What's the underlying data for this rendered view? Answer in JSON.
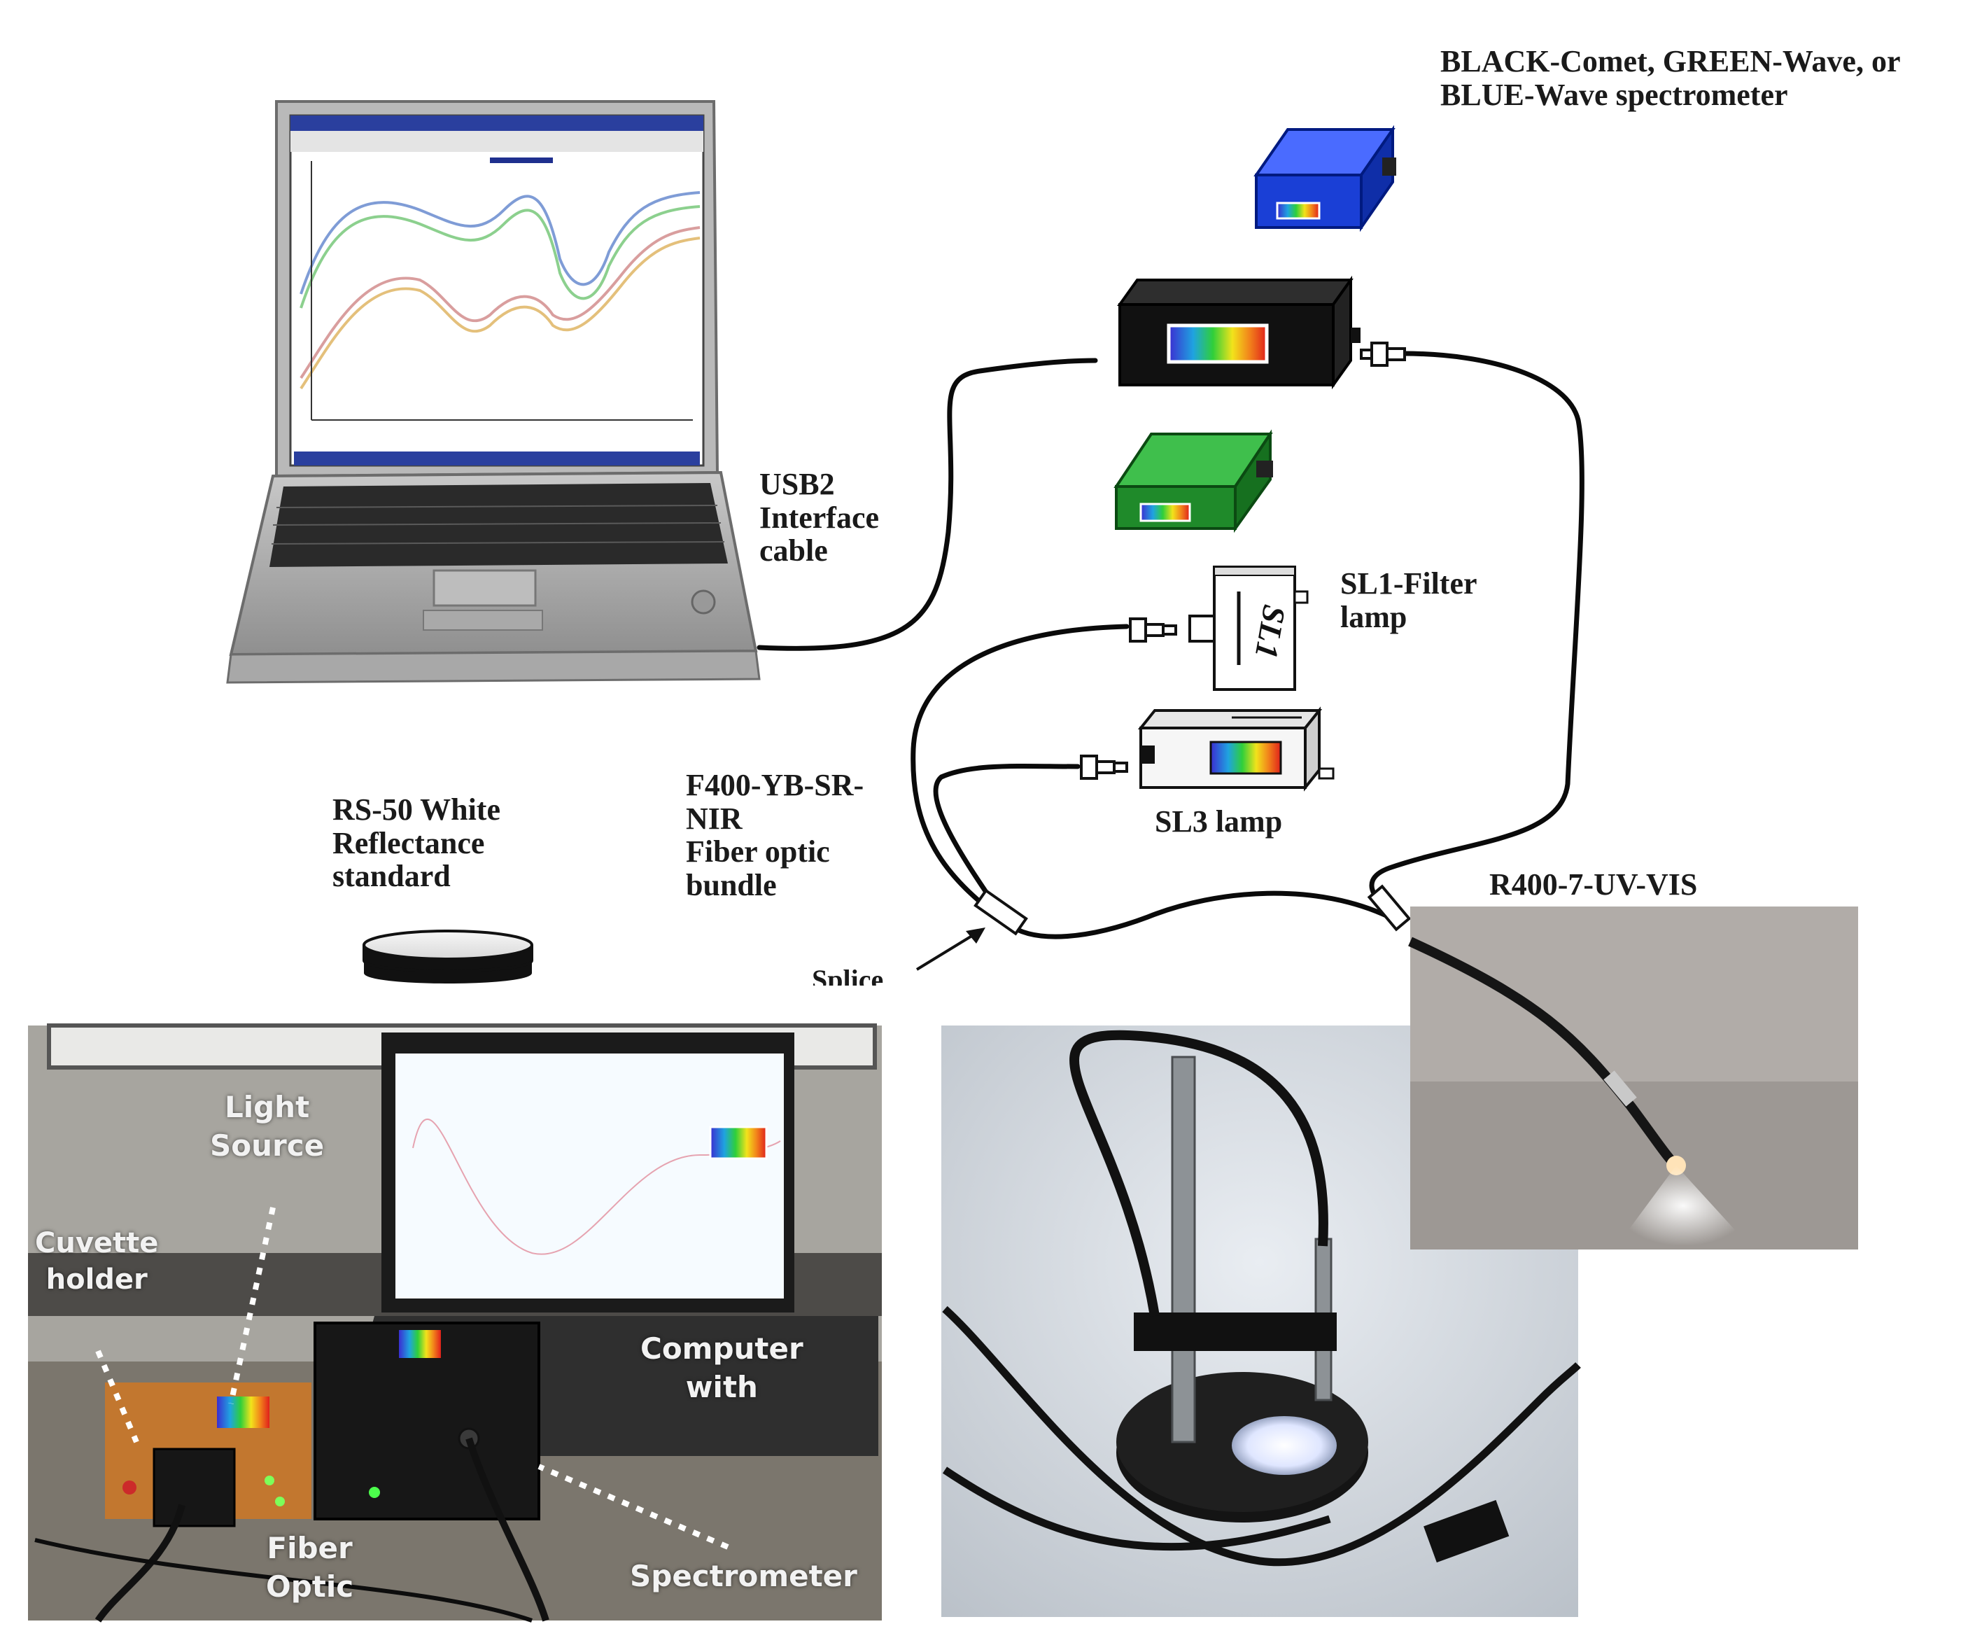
{
  "labels": {
    "spectrometer_choice": "BLACK-Comet, GREEN-Wave, or\nBLUE-Wave spectrometer",
    "usb_cable": "USB2\nInterface\ncable",
    "sl1_lamp": "SL1-Filter\nlamp",
    "sl3_lamp": "SL3 lamp",
    "fiber_bundle": "F400-YB-SR-\nNIR\nFiber optic\nbundle",
    "reflectance_standard": "RS-50 White\nReflectance\nstandard",
    "splice": "Splice",
    "probe": "R400-7-UV-VIS"
  },
  "lamp_logos": {
    "sl1": "SL1"
  },
  "photo_labels": {
    "light_source": "Light\nSource",
    "cuvette_holder": "Cuvette\nholder",
    "computer": "Computer\nwith",
    "fiber_optic": "Fiber\nOptic",
    "spectrometer": "Spectrometer"
  },
  "colors": {
    "blue_spectrometer": "#1a3fd6",
    "green_spectrometer": "#1f8a2a",
    "black_spectrometer": "#111111",
    "cable": "#0a0a0a",
    "label_text": "#1a1a1a"
  },
  "icons": {
    "laptop": "laptop-icon",
    "spectrometer": "spectrometer-box-icon",
    "lamp": "lamp-box-icon",
    "fiber_connector": "fiber-connector-icon",
    "splice": "splice-icon"
  }
}
